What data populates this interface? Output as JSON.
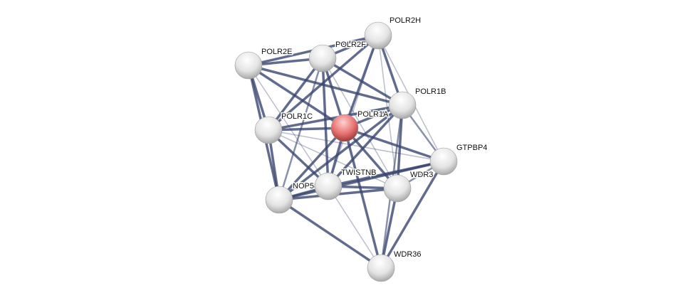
{
  "network": {
    "query_node": "POLR1A",
    "colors": {
      "edge": "#3a4670",
      "query_node": "#e06060",
      "node": "#e8e8e8"
    },
    "nodes": [
      "POLR2H",
      "POLR2E",
      "POLR2F",
      "POLR1B",
      "POLR1A",
      "POLR1C",
      "GTPBP4",
      "TWISTNB",
      "WDR3",
      "NOP58",
      "WDR36"
    ],
    "edges": [
      [
        "POLR2E",
        "POLR2F",
        3
      ],
      [
        "POLR2E",
        "POLR2H",
        3
      ],
      [
        "POLR2F",
        "POLR2H",
        3
      ],
      [
        "POLR2E",
        "POLR1C",
        3
      ],
      [
        "POLR2E",
        "POLR1A",
        3
      ],
      [
        "POLR2E",
        "POLR1B",
        3
      ],
      [
        "POLR2E",
        "NOP58",
        3
      ],
      [
        "POLR2E",
        "TWISTNB",
        1
      ],
      [
        "POLR2F",
        "POLR1C",
        3
      ],
      [
        "POLR2F",
        "POLR1A",
        3
      ],
      [
        "POLR2F",
        "POLR1B",
        3
      ],
      [
        "POLR2F",
        "TWISTNB",
        3
      ],
      [
        "POLR2F",
        "NOP58",
        2
      ],
      [
        "POLR2F",
        "WDR3",
        1
      ],
      [
        "POLR2H",
        "POLR1A",
        3
      ],
      [
        "POLR2H",
        "POLR1B",
        3
      ],
      [
        "POLR2H",
        "POLR1C",
        3
      ],
      [
        "POLR2H",
        "GTPBP4",
        1
      ],
      [
        "POLR2H",
        "TWISTNB",
        1
      ],
      [
        "POLR2H",
        "WDR3",
        1
      ],
      [
        "POLR1B",
        "POLR1A",
        3
      ],
      [
        "POLR1B",
        "POLR1C",
        3
      ],
      [
        "POLR1B",
        "TWISTNB",
        3
      ],
      [
        "POLR1B",
        "NOP58",
        3
      ],
      [
        "POLR1B",
        "WDR3",
        3
      ],
      [
        "POLR1B",
        "GTPBP4",
        2
      ],
      [
        "POLR1B",
        "WDR36",
        2
      ],
      [
        "POLR1A",
        "POLR1C",
        3
      ],
      [
        "POLR1A",
        "TWISTNB",
        3
      ],
      [
        "POLR1A",
        "NOP58",
        3
      ],
      [
        "POLR1A",
        "WDR3",
        3
      ],
      [
        "POLR1A",
        "GTPBP4",
        3
      ],
      [
        "POLR1A",
        "WDR36",
        3
      ],
      [
        "POLR1C",
        "TWISTNB",
        3
      ],
      [
        "POLR1C",
        "NOP58",
        3
      ],
      [
        "POLR1C",
        "WDR3",
        1
      ],
      [
        "POLR1C",
        "GTPBP4",
        1
      ],
      [
        "TWISTNB",
        "NOP58",
        3
      ],
      [
        "TWISTNB",
        "WDR3",
        3
      ],
      [
        "TWISTNB",
        "GTPBP4",
        3
      ],
      [
        "TWISTNB",
        "WDR36",
        1
      ],
      [
        "NOP58",
        "WDR3",
        3
      ],
      [
        "NOP58",
        "GTPBP4",
        3
      ],
      [
        "NOP58",
        "WDR36",
        3
      ],
      [
        "WDR3",
        "GTPBP4",
        2
      ],
      [
        "WDR3",
        "WDR36",
        3
      ],
      [
        "GTPBP4",
        "WDR36",
        3
      ]
    ]
  }
}
